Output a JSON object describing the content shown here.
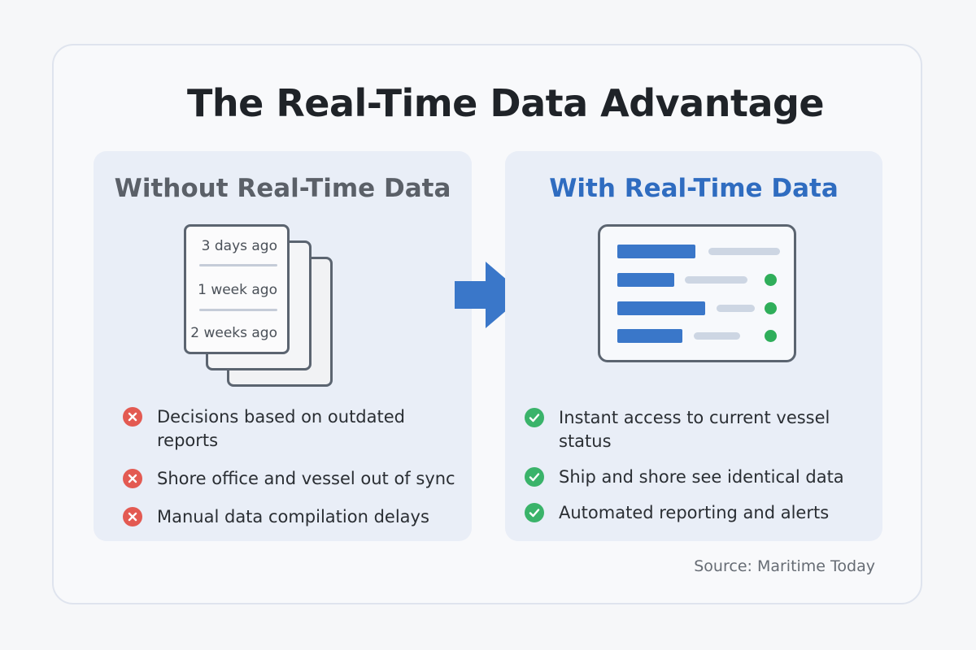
{
  "title": "The Real-Time Data Advantage",
  "left_panel": {
    "heading": "Without Real-Time Data",
    "report_times": [
      "3 days ago",
      "1 week ago",
      "2 weeks ago"
    ],
    "bullets": [
      "Decisions based on outdated reports",
      "Shore office and vessel out of sync",
      "Manual data compilation delays"
    ]
  },
  "right_panel": {
    "heading": "With Real-Time Data",
    "bullets": [
      "Instant access to current vessel status",
      "Ship and shore see identical data",
      "Automated reporting and alerts"
    ]
  },
  "source": "Source: Maritime Today",
  "colors": {
    "accent_blue": "#2f6cc0",
    "bad_red": "#e35a52",
    "good_green": "#3ab36a",
    "panel_bg": "#e9eef7"
  },
  "icons": {
    "arrow": "right-arrow-icon",
    "negative": "x-circle-icon",
    "positive": "check-circle-icon",
    "reports": "stacked-documents-icon",
    "dashboard": "dashboard-icon"
  }
}
